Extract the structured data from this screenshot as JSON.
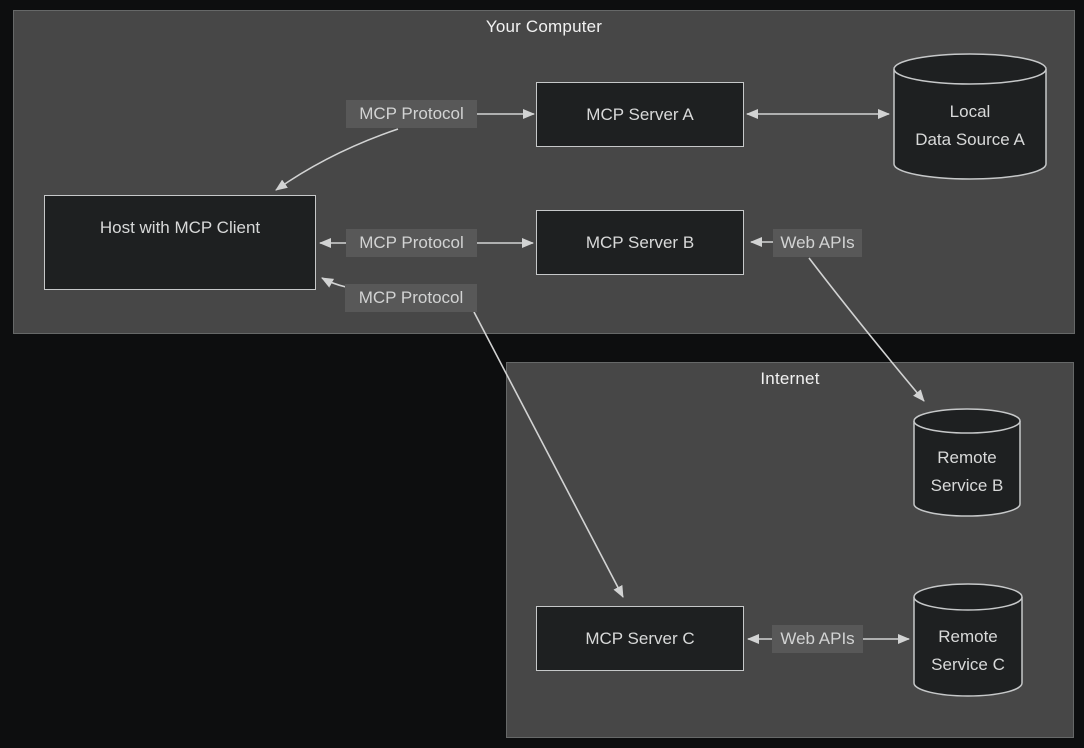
{
  "containers": {
    "your_computer": {
      "title": "Your Computer"
    },
    "internet": {
      "title": "Internet"
    }
  },
  "nodes": {
    "host": {
      "label": "Host with MCP Client"
    },
    "mcp_server_a": {
      "label": "MCP Server A"
    },
    "mcp_server_b": {
      "label": "MCP Server B"
    },
    "mcp_server_c": {
      "label": "MCP Server C"
    },
    "local_data_source_a": {
      "lines": [
        "Local",
        "Data Source A"
      ]
    },
    "remote_service_b": {
      "lines": [
        "Remote",
        "Service B"
      ]
    },
    "remote_service_c": {
      "lines": [
        "Remote",
        "Service C"
      ]
    }
  },
  "edge_labels": {
    "mcp_protocol_server_a": "MCP Protocol",
    "mcp_protocol_server_b": "MCP Protocol",
    "mcp_protocol_server_c": "MCP Protocol",
    "web_apis_server_b": "Web APIs",
    "web_apis_server_c": "Web APIs"
  },
  "colors": {
    "page_background": "#0d0e0f",
    "container_fill": "#474747",
    "container_border": "#666868",
    "node_fill": "#1e2021",
    "node_border": "#c6c8c9",
    "node_text": "#d8d9d9",
    "edge_label_background": "#585858",
    "edge_label_text": "#d2d3d3",
    "arrow": "#d2d3d3",
    "container_title_text": "#f2f2f2"
  }
}
